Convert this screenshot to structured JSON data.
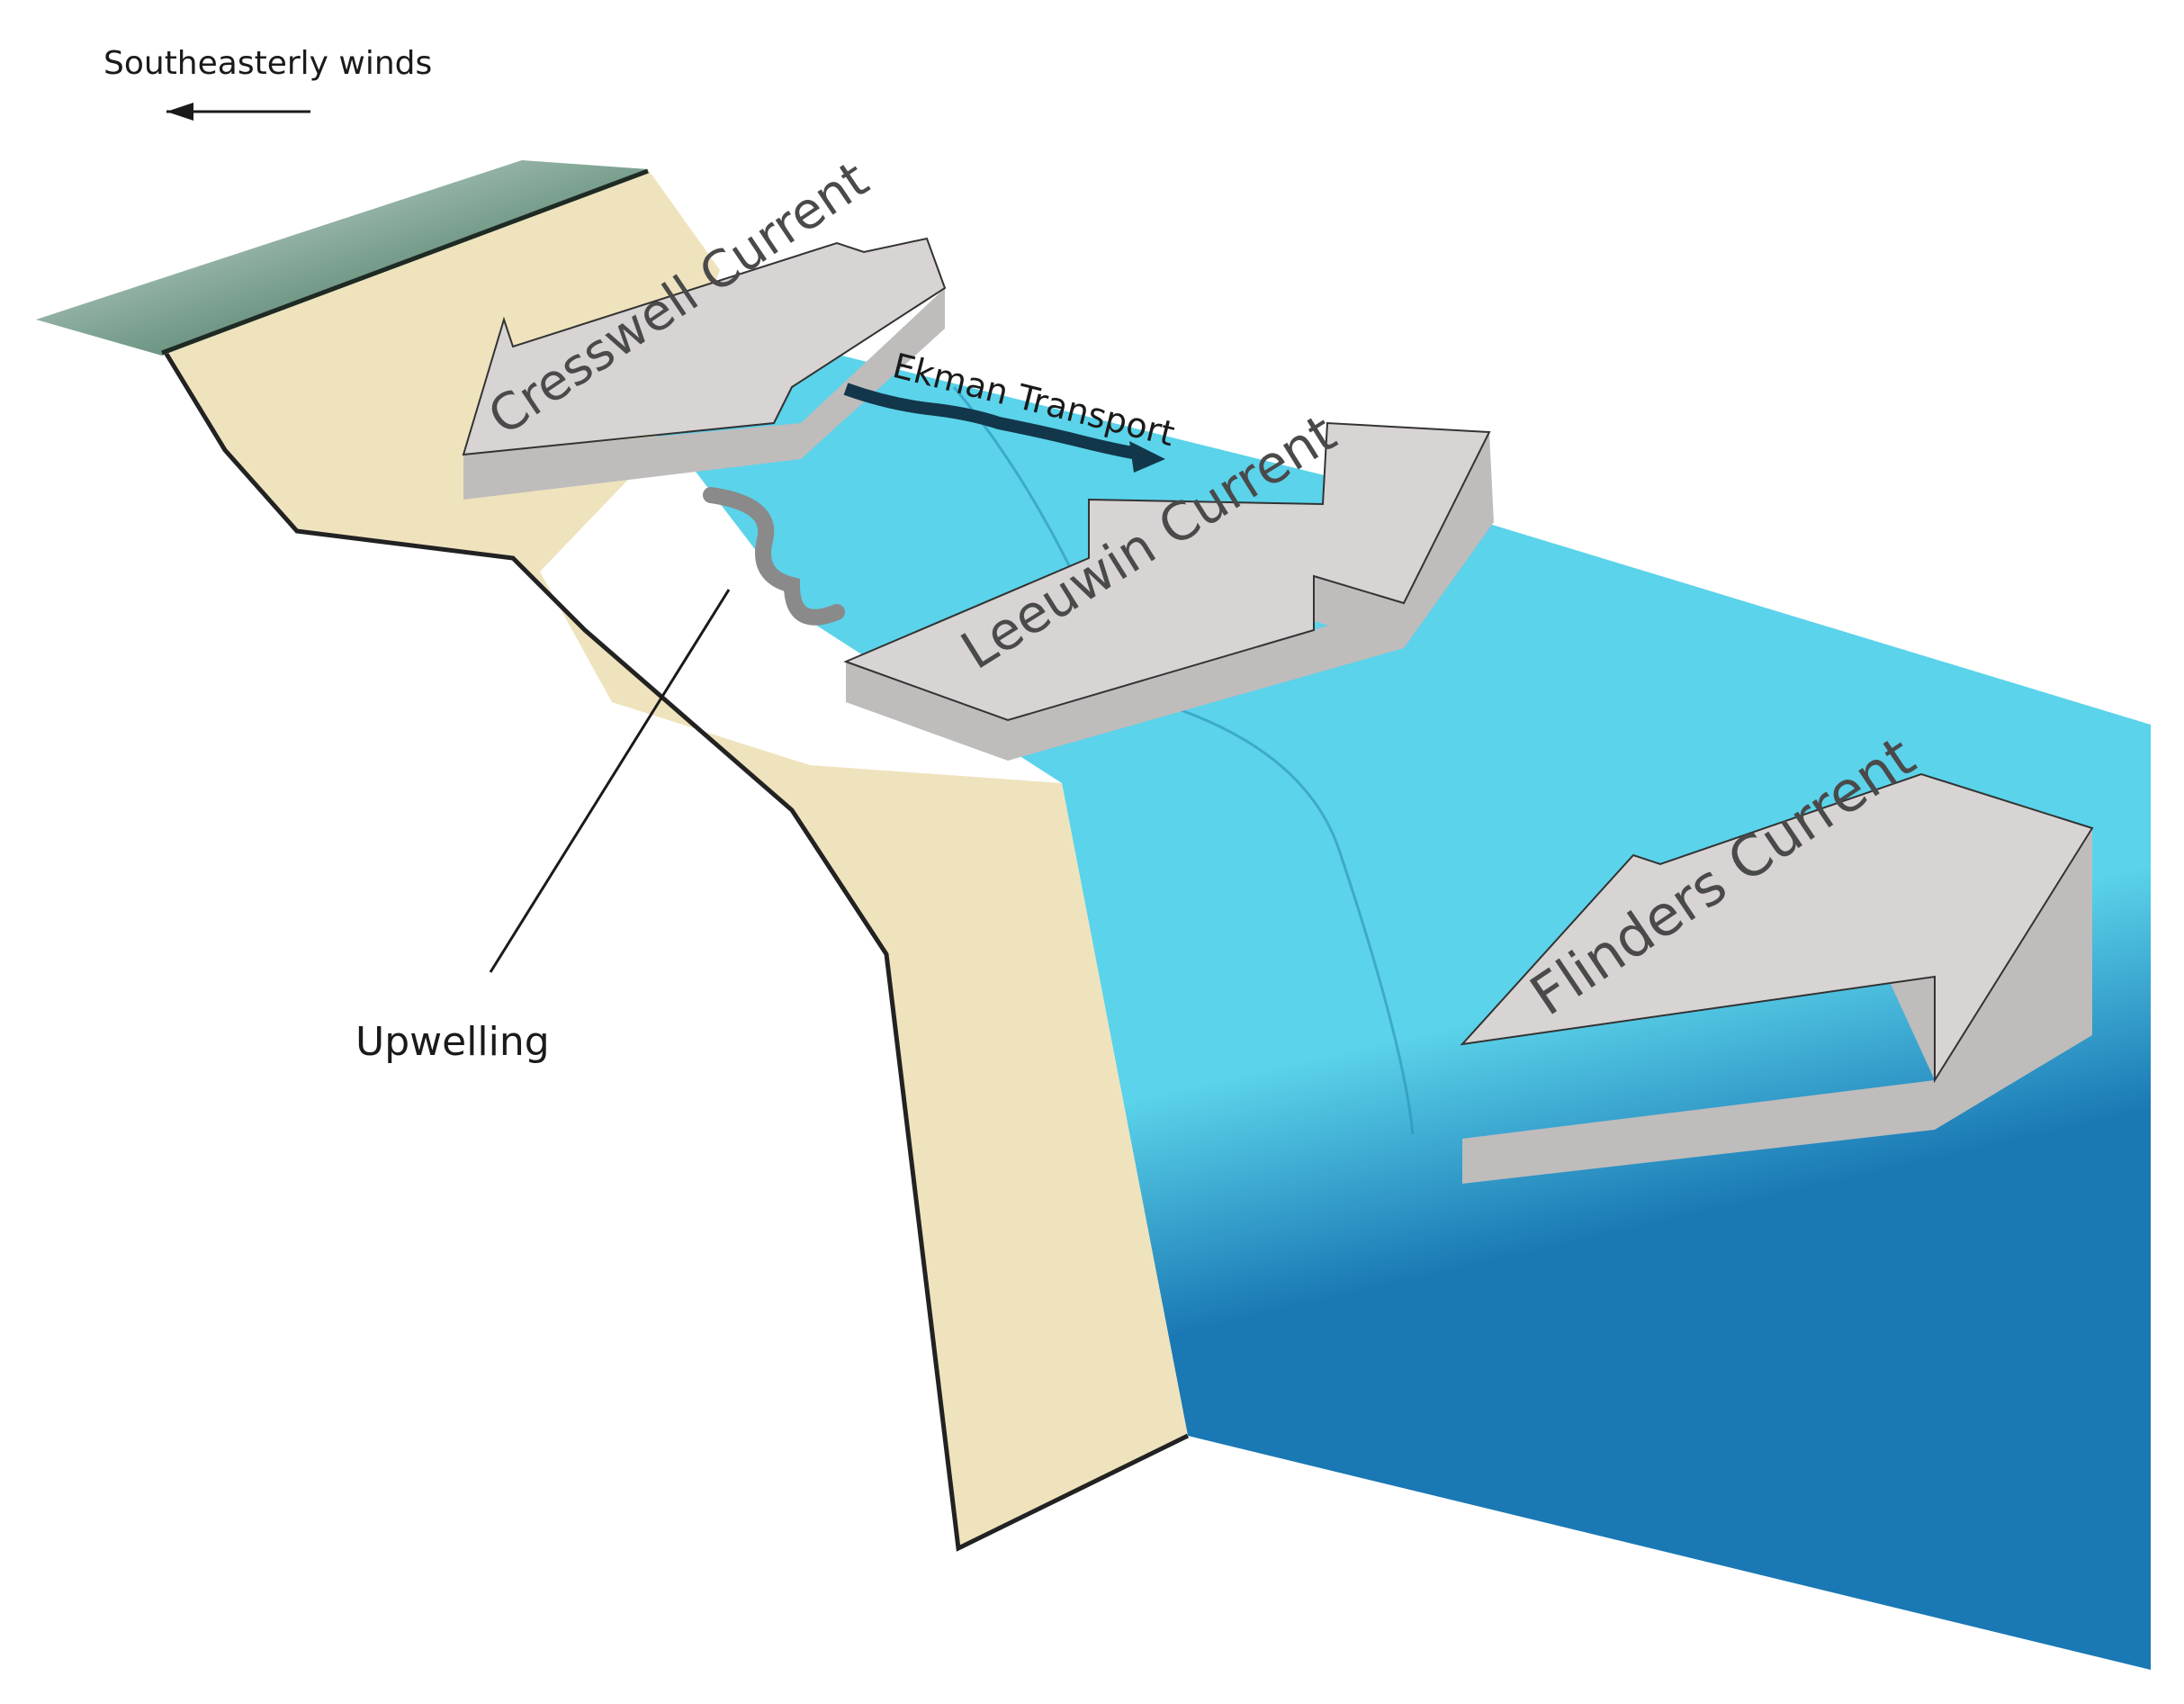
{
  "labels": {
    "winds": "Southeasterly winds",
    "ekman": "Ekman Transport",
    "upwelling": "Upwelling",
    "cresswell": "Cresswell Current",
    "leeuwin": "Leeuwin Current",
    "flinders": "Flinders Current"
  },
  "colors": {
    "shelf": "#efe3bd",
    "shallow_water": "#5bd3ea",
    "deep_water": "#1a78b4",
    "arrow_top": "#d8d4d4",
    "arrow_side": "#bfbcbc",
    "arrow_band": "#a9a7a7",
    "coast_green": "#4f7a66",
    "outline": "#222222"
  }
}
